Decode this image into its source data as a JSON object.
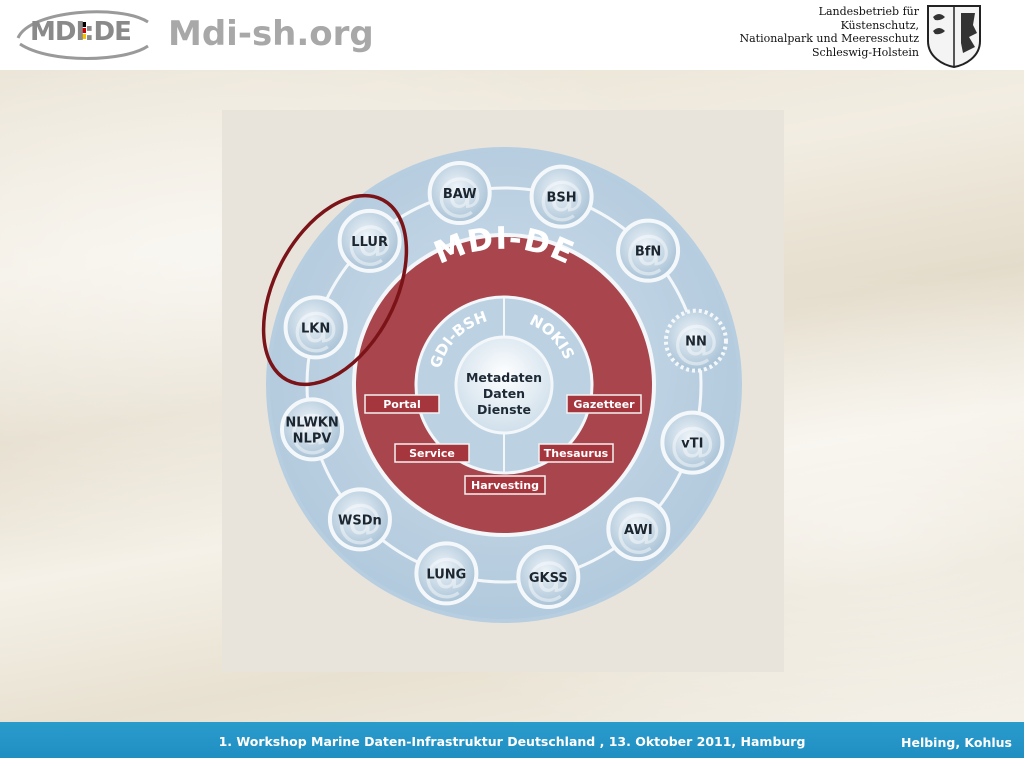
{
  "header": {
    "logo_text": "MDI:DE",
    "site_title": "Mdi-sh.org",
    "agency_lines": [
      "Landesbetrieb für",
      "Küstenschutz,",
      "Nationalpark und Meeresschutz",
      "Schleswig-Holstein"
    ]
  },
  "diagram": {
    "outer_title": "MDI-DE",
    "inner_left": "GDI-BSH",
    "inner_right": "NOKIS",
    "core_lines": [
      "Metadaten",
      "Daten",
      "Dienste"
    ],
    "labels": {
      "portal": "Portal",
      "gazetteer": "Gazetteer",
      "service": "Service",
      "thesaurus": "Thesaurus",
      "harvesting": "Harvesting"
    },
    "nodes": [
      {
        "id": "baw",
        "lines": [
          "BAW"
        ]
      },
      {
        "id": "bsh",
        "lines": [
          "BSH"
        ]
      },
      {
        "id": "bfn",
        "lines": [
          "BfN"
        ]
      },
      {
        "id": "nn",
        "lines": [
          "NN"
        ]
      },
      {
        "id": "vti",
        "lines": [
          "vTI"
        ]
      },
      {
        "id": "awi",
        "lines": [
          "AWI"
        ]
      },
      {
        "id": "gkss",
        "lines": [
          "GKSS"
        ]
      },
      {
        "id": "lung",
        "lines": [
          "LUNG"
        ]
      },
      {
        "id": "wsdn",
        "lines": [
          "WSDn"
        ]
      },
      {
        "id": "nlwkn",
        "lines": [
          "NLWKN",
          "NLPV"
        ]
      },
      {
        "id": "lkn",
        "lines": [
          "LKN"
        ]
      },
      {
        "id": "llur",
        "lines": [
          "LLUR"
        ]
      }
    ],
    "highlight_color": "#7a1418"
  },
  "footer": {
    "text": "1. Workshop Marine Daten-Infrastruktur Deutschland , 13. Oktober 2011, Hamburg",
    "authors": "Helbing, Kohlus"
  },
  "colors": {
    "ring_blue": "#b8cfe0",
    "ring_red": "#a8444c",
    "footer_blue": "#2295c7"
  }
}
